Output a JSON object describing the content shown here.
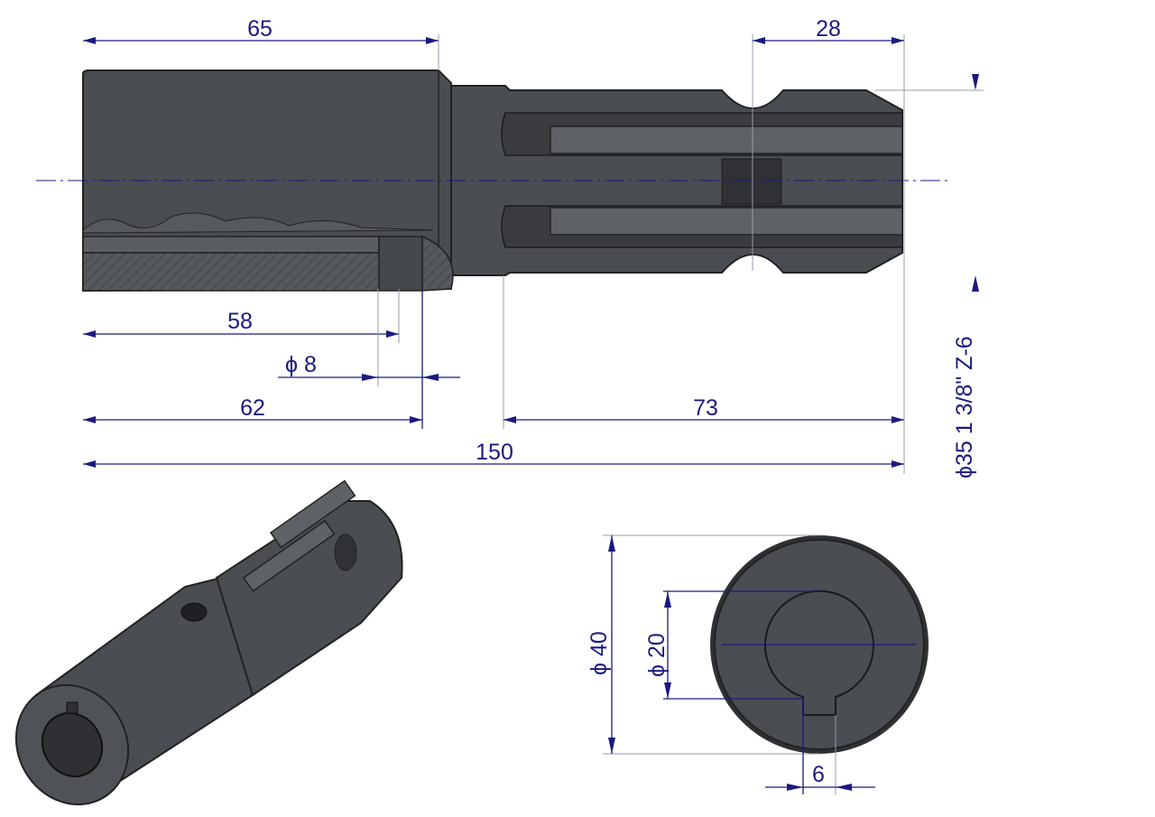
{
  "dimensions": {
    "overall_length": "150",
    "sleeve_length": "65",
    "spline_groove_distance": "28",
    "hole_position_58": "58",
    "hole_diameter": "ϕ 8",
    "hole_position_62": "62",
    "spline_length": "73",
    "spline_spec": "ϕ35 1 3/8\" Z-6",
    "outer_diameter": "ϕ 40",
    "bore_diameter": "ϕ 20",
    "keyway_width": "6"
  },
  "colors": {
    "dimension": "#1a1a80",
    "part": "#4a4d52"
  }
}
